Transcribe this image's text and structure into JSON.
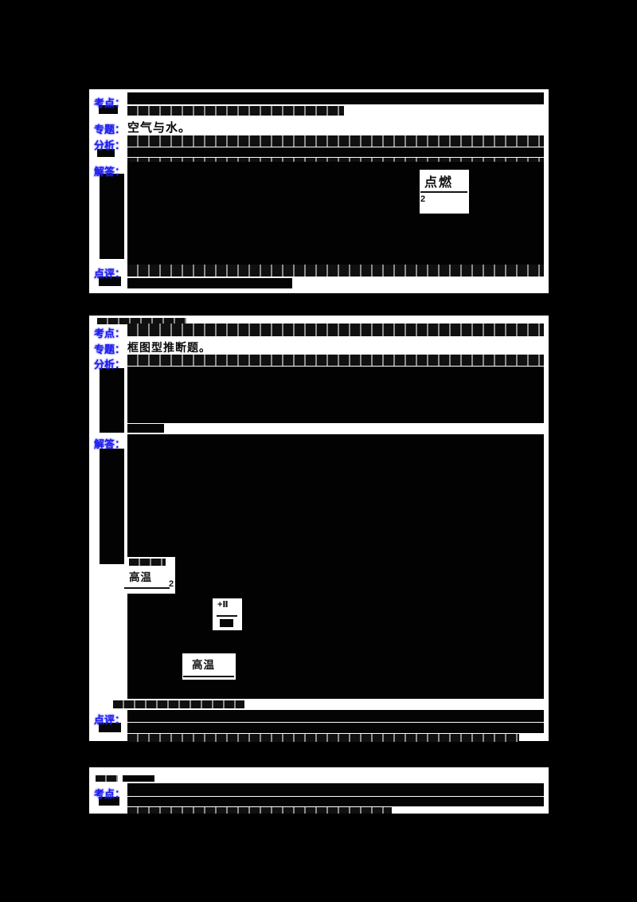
{
  "colors": {
    "page_bg": "#000000",
    "panel_bg": "#ffffff",
    "label_blue": "#1c1cee",
    "text_black": "#040404"
  },
  "labels": {
    "kaodian": "考点：",
    "zhuanti": "专题：",
    "fenxi": "分析：",
    "jieda": "解答：",
    "dianping": "点评："
  },
  "question1": {
    "topic": "空气与水。",
    "equation": {
      "condition": "点燃",
      "coefficient": "2"
    }
  },
  "question2": {
    "topic": "框图型推断题。",
    "equation1": {
      "condition": "高温",
      "coefficient": "2"
    },
    "oxidation_state": "+Ⅱ",
    "equation2": {
      "condition": "高温"
    }
  }
}
